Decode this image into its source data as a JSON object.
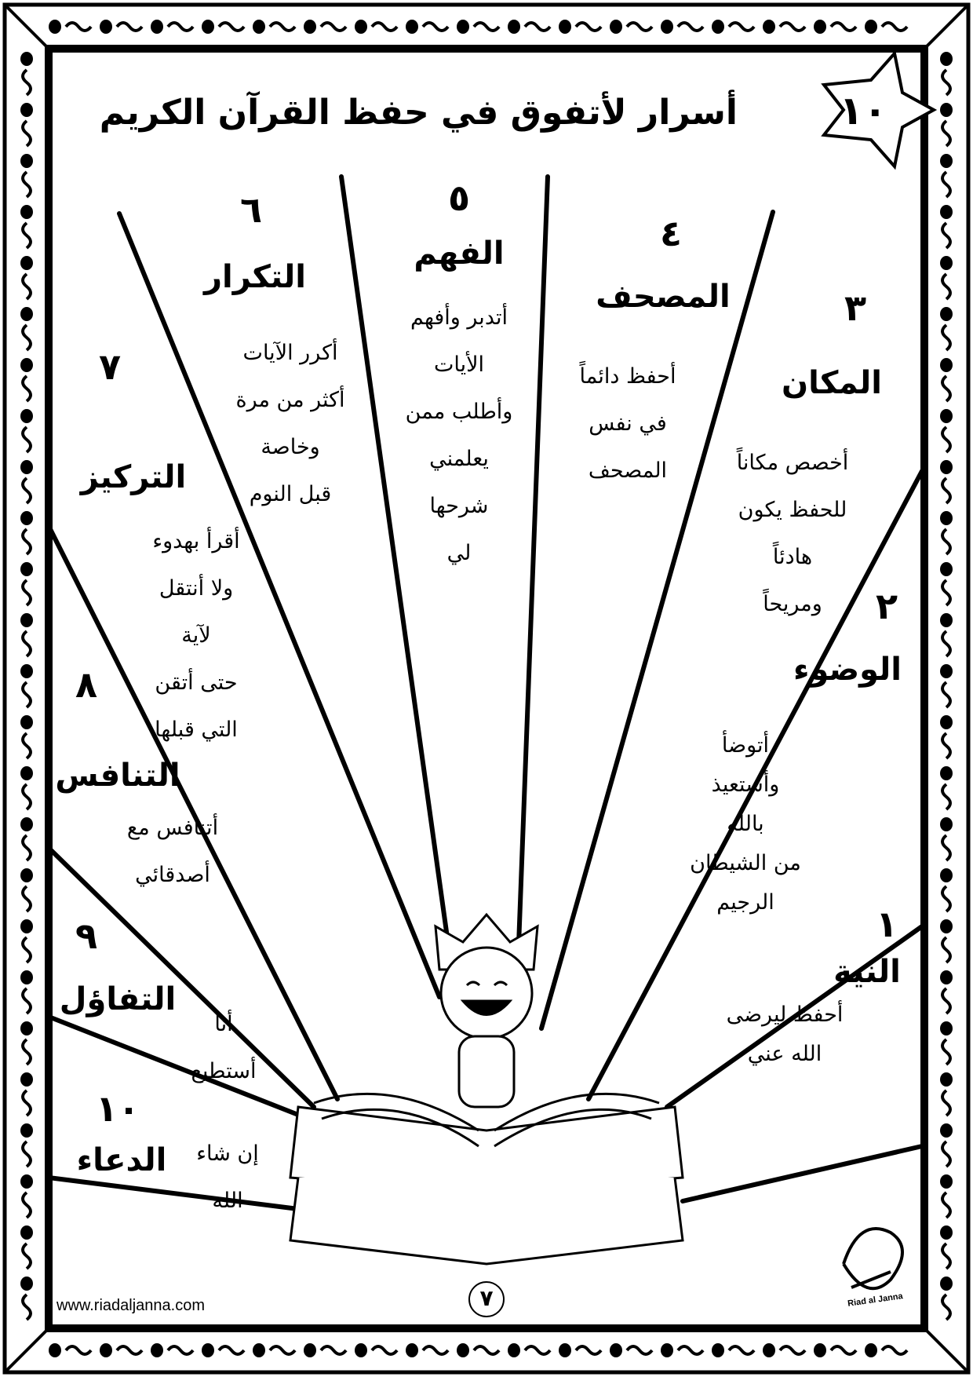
{
  "title": "أسرار لأتفوق في حفظ القرآن الكريم",
  "title_number": "١٠",
  "tips": [
    {
      "number": "١",
      "heading": "النية",
      "lines": [
        "أحفظ ليرضى",
        "الله عني"
      ]
    },
    {
      "number": "٢",
      "heading": "الوضوء",
      "lines": [
        "أتوضأ",
        "وأستعيذ",
        "بالله",
        "من الشيطان",
        "الرجيم"
      ]
    },
    {
      "number": "٣",
      "heading": "المكان",
      "lines": [
        "أخصص مكاناً",
        "للحفظ يكون",
        "هادئاً",
        "ومريحاً"
      ]
    },
    {
      "number": "٤",
      "heading": "المصحف",
      "lines": [
        "أحفظ دائماً",
        "في نفس",
        "المصحف"
      ]
    },
    {
      "number": "٥",
      "heading": "الفهم",
      "lines": [
        "أتدبر وأفهم",
        "الأيات",
        "وأطلب ممن",
        "يعلمني",
        "شرحها",
        "لي"
      ]
    },
    {
      "number": "٦",
      "heading": "التكرار",
      "lines": [
        "أكرر الآيات",
        "أكثر من مرة",
        "وخاصة",
        "قبل النوم"
      ]
    },
    {
      "number": "٧",
      "heading": "التركيز",
      "lines": [
        "أقرأ بهدوء",
        "ولا أنتقل",
        "لآية",
        "حتى أتقن",
        "التي قبلها"
      ]
    },
    {
      "number": "٨",
      "heading": "التنافس",
      "lines": [
        "أتنافس مع",
        "أصدقائي"
      ]
    },
    {
      "number": "٩",
      "heading": "التفاؤل",
      "lines": [
        "أنا",
        "أستطيع"
      ]
    },
    {
      "number": "١٠",
      "heading": "الدعاء",
      "lines": [
        "إن شاء",
        "الله"
      ]
    }
  ],
  "footer": {
    "url": "www.riadaljanna.com",
    "page_number": "٧",
    "logo_text": "Riad al Janna"
  }
}
